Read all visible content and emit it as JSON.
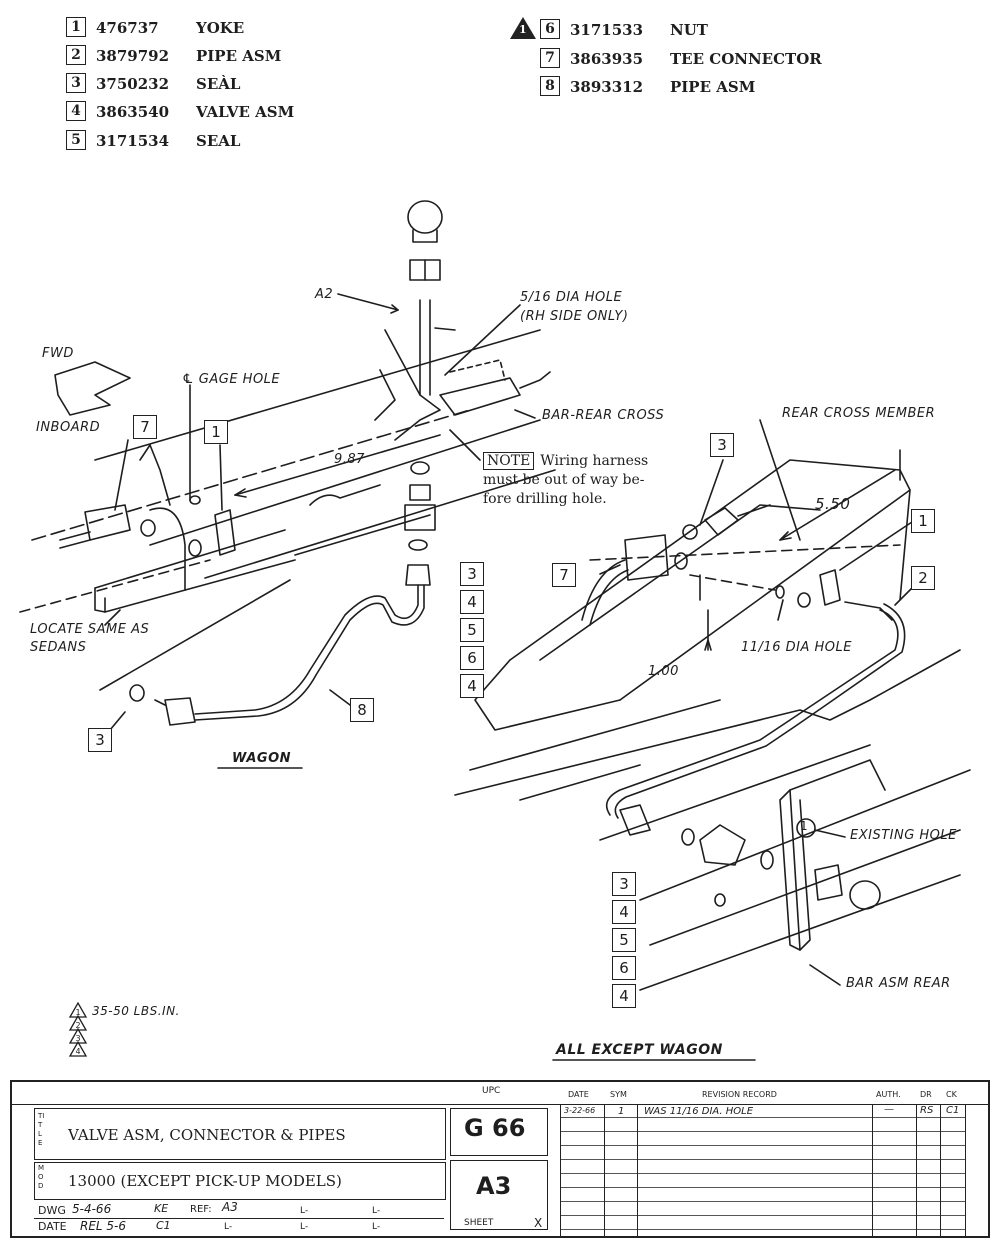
{
  "parts_list": [
    {
      "num": "1",
      "part": "476737",
      "name": "YOKE",
      "caution": false
    },
    {
      "num": "2",
      "part": "3879792",
      "name": "PIPE ASM",
      "caution": false
    },
    {
      "num": "3",
      "part": "3750232",
      "name": "SEÀL",
      "caution": false
    },
    {
      "num": "4",
      "part": "3863540",
      "name": "VALVE ASM",
      "caution": false
    },
    {
      "num": "5",
      "part": "3171534",
      "name": "SEAL",
      "caution": false
    },
    {
      "num": "6",
      "part": "3171533",
      "name": "NUT",
      "caution": true,
      "caution_num": "1"
    },
    {
      "num": "7",
      "part": "3863935",
      "name": "TEE CONNECTOR",
      "caution": false
    },
    {
      "num": "8",
      "part": "3893312",
      "name": "PIPE ASM",
      "caution": false
    }
  ],
  "left_view": {
    "fwd": "FWD",
    "inboard": "INBOARD",
    "gage_hole": "℄ GAGE HOLE",
    "dim_a2": "A2",
    "hole_line1": "5/16 DIA HOLE",
    "hole_line2": "(RH SIDE ONLY)",
    "bar_rear_cross": "BAR-REAR CROSS",
    "dim_987": "9.87",
    "locate_line1": "LOCATE SAME AS",
    "locate_line2": "SEDANS",
    "caption": "WAGON",
    "callouts": {
      "c7": "7",
      "c1": "1",
      "c3a": "3",
      "c4a": "4",
      "c5": "5",
      "c6": "6",
      "c4b": "4",
      "c3b": "3",
      "c8": "8"
    }
  },
  "note": {
    "label": "NOTE",
    "line1": "Wiring harness",
    "line2": "must be out of way be-",
    "line3": "fore drilling hole."
  },
  "right_view": {
    "rear_cross_member": "REAR CROSS MEMBER",
    "dim_550": "5.50",
    "dim_100": "1.00",
    "hole_1116": "11/16 DIA HOLE",
    "existing_hole": "EXISTING HOLE",
    "bar_asm_rear": "BAR ASM REAR",
    "caption": "ALL EXCEPT WAGON",
    "callouts": {
      "c3": "3",
      "c7": "7",
      "c1": "1",
      "c2": "2",
      "c1circle": "1",
      "s3": "3",
      "s4": "4",
      "s5": "5",
      "s6": "6",
      "s4b": "4"
    }
  },
  "torque": {
    "spec": "35-50 LBS.IN.",
    "triangles": [
      "1",
      "2",
      "3",
      "4"
    ]
  },
  "title_block": {
    "title_tag": "TITLE",
    "title": "VALVE ASM, CONNECTOR & PIPES",
    "mod_tag": "MOD",
    "model": "13000 (EXCEPT PICK-UP MODELS)",
    "dwg_label": "DWG",
    "dwg_date": "5-4-66",
    "dwg_init": "KE",
    "date_label": "DATE",
    "rel": "REL 5-6",
    "rel_init": "C1",
    "ref_label": "REF:",
    "ref_val": "A3",
    "l_prefix": "L-",
    "upc_label": "UPC",
    "upc": "G 66",
    "sheet_code": "A3",
    "sheet_label": "SHEET",
    "sheet_mark": "X",
    "rev_headers": {
      "date": "DATE",
      "sym": "SYM",
      "record": "REVISION RECORD",
      "auth": "AUTH.",
      "dr": "DR",
      "ck": "CK"
    },
    "rev_row": {
      "date": "3-22-66",
      "sym": "1",
      "record": "WAS 11/16 DIA. HOLE",
      "auth": "—",
      "dr": "RS",
      "ck": "C1"
    }
  }
}
